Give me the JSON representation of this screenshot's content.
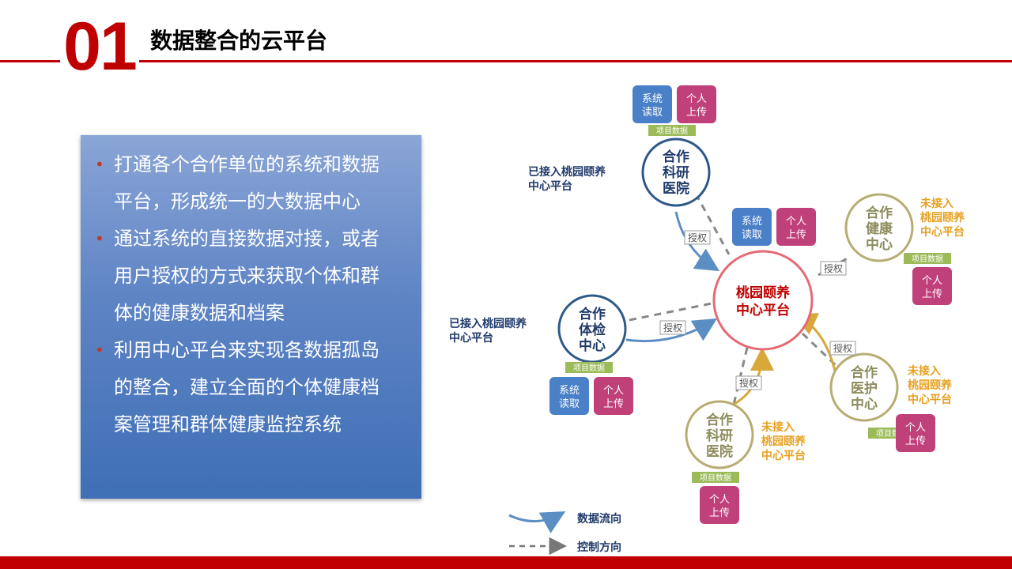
{
  "header": {
    "number": "01",
    "title": "数据整合的云平台"
  },
  "panel": {
    "bullets": [
      {
        "lines": [
          "打通各个合作单位的系统和数据",
          "平台，形成统一的大数据中心"
        ]
      },
      {
        "lines": [
          "通过系统的直接数据对接，或者",
          "用户授权的方式来获取个体和群",
          "体的健康数据和档案"
        ]
      },
      {
        "lines": [
          "利用中心平台来实现各数据孤岛",
          "的整合，建立全面的个体健康档",
          "案管理和群体健康监控系统"
        ]
      }
    ]
  },
  "diagram": {
    "center": {
      "line1": "桃园颐养",
      "line2": "中心平台"
    },
    "nodes": {
      "research_top": {
        "line1": "合作",
        "line2": "科研",
        "line3": "医院",
        "status": [
          "已接入桃园颐养",
          "中心平台"
        ],
        "tag": "项目数据"
      },
      "health_center": {
        "line1": "合作",
        "line2": "健康",
        "line3": "中心",
        "status": [
          "未接入",
          "桃园颐养",
          "中心平台"
        ],
        "tag": "项目数据"
      },
      "exam_center": {
        "line1": "合作",
        "line2": "体检",
        "line3": "中心",
        "status": [
          "已接入桃园颐养",
          "中心平台"
        ],
        "tag": "项目数据"
      },
      "nursing_center": {
        "line1": "合作",
        "line2": "医护",
        "line3": "中心",
        "status": [
          "未接入",
          "桃园颐养",
          "中心平台"
        ],
        "tag": "项目数据"
      },
      "research_bottom": {
        "line1": "合作",
        "line2": "科研",
        "line3": "医院",
        "status": [
          "未接入",
          "桃园颐养",
          "中心平台"
        ],
        "tag": "项目数据"
      }
    },
    "system_read": [
      "系统",
      "读取"
    ],
    "personal_upload": [
      "个人",
      "上传"
    ],
    "auth": "授权",
    "legend": {
      "data_flow": "数据流向",
      "control": "控制方向"
    },
    "colors": {
      "red": "#c00000",
      "blue_node": "#2e5a8a",
      "olive_node": "#b7ad72",
      "center_ring": "#e56a73",
      "blue_box": "#4a80c8",
      "pink_box": "#c0417a",
      "tag": "#9bbb59",
      "orange_text": "#e7a020",
      "navy_text": "#1f3a6b",
      "blue_arrow": "#5b8ec2",
      "gold_arrow": "#d9a83a"
    }
  }
}
